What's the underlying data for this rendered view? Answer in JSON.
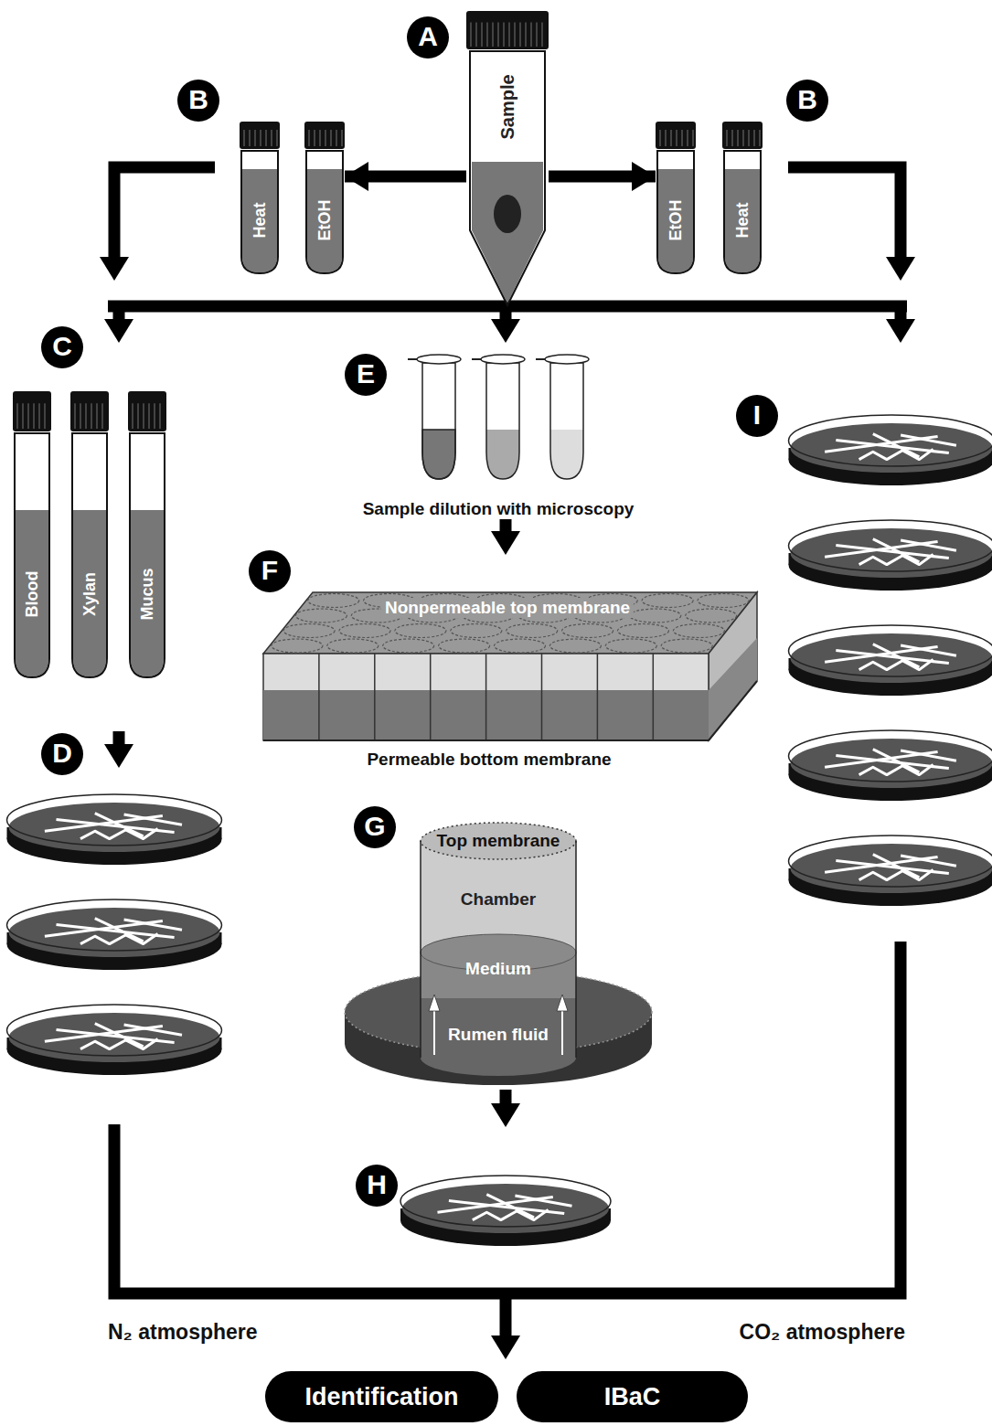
{
  "diagram": {
    "nodes": [
      {
        "text": [
          "A"
        ]
      },
      {
        "text": [
          "Sample"
        ]
      },
      {
        "text": [
          "B"
        ]
      },
      {
        "text": [
          "Heat"
        ]
      },
      {
        "text": [
          "EtOH"
        ]
      },
      {
        "text": [
          "EtOH"
        ]
      },
      {
        "text": [
          "Heat"
        ]
      },
      {
        "text": [
          "B"
        ]
      },
      {
        "text": [
          "C"
        ]
      },
      {
        "text": [
          "Blood"
        ]
      },
      {
        "text": [
          "Xylan"
        ]
      },
      {
        "text": [
          "Mucus"
        ]
      },
      {
        "text": [
          "D"
        ]
      },
      {
        "text": [
          "E"
        ]
      },
      {
        "text": [
          "I"
        ]
      },
      {
        "text": [
          "F"
        ]
      },
      {
        "text": [
          "Nonpermeable top membrane",
          "Permeable bottom membrane"
        ]
      },
      {
        "text": [
          "G"
        ]
      },
      {
        "text": [
          "Top membrane",
          "Chamber",
          "Medium",
          "Rumen fluid"
        ]
      },
      {
        "text": [
          "H"
        ]
      },
      {
        "text": [
          "Identification"
        ]
      },
      {
        "text": [
          "IBaC"
        ]
      }
    ],
    "edges": [
      {
        "from": 1,
        "to": 4,
        "arrow": "to"
      },
      {
        "from": 1,
        "to": 5,
        "arrow": "to"
      }
    ],
    "labels": [
      "Sample dilution with microscopy",
      "N₂ atmosphere",
      "CO₂ atmosphere"
    ]
  }
}
